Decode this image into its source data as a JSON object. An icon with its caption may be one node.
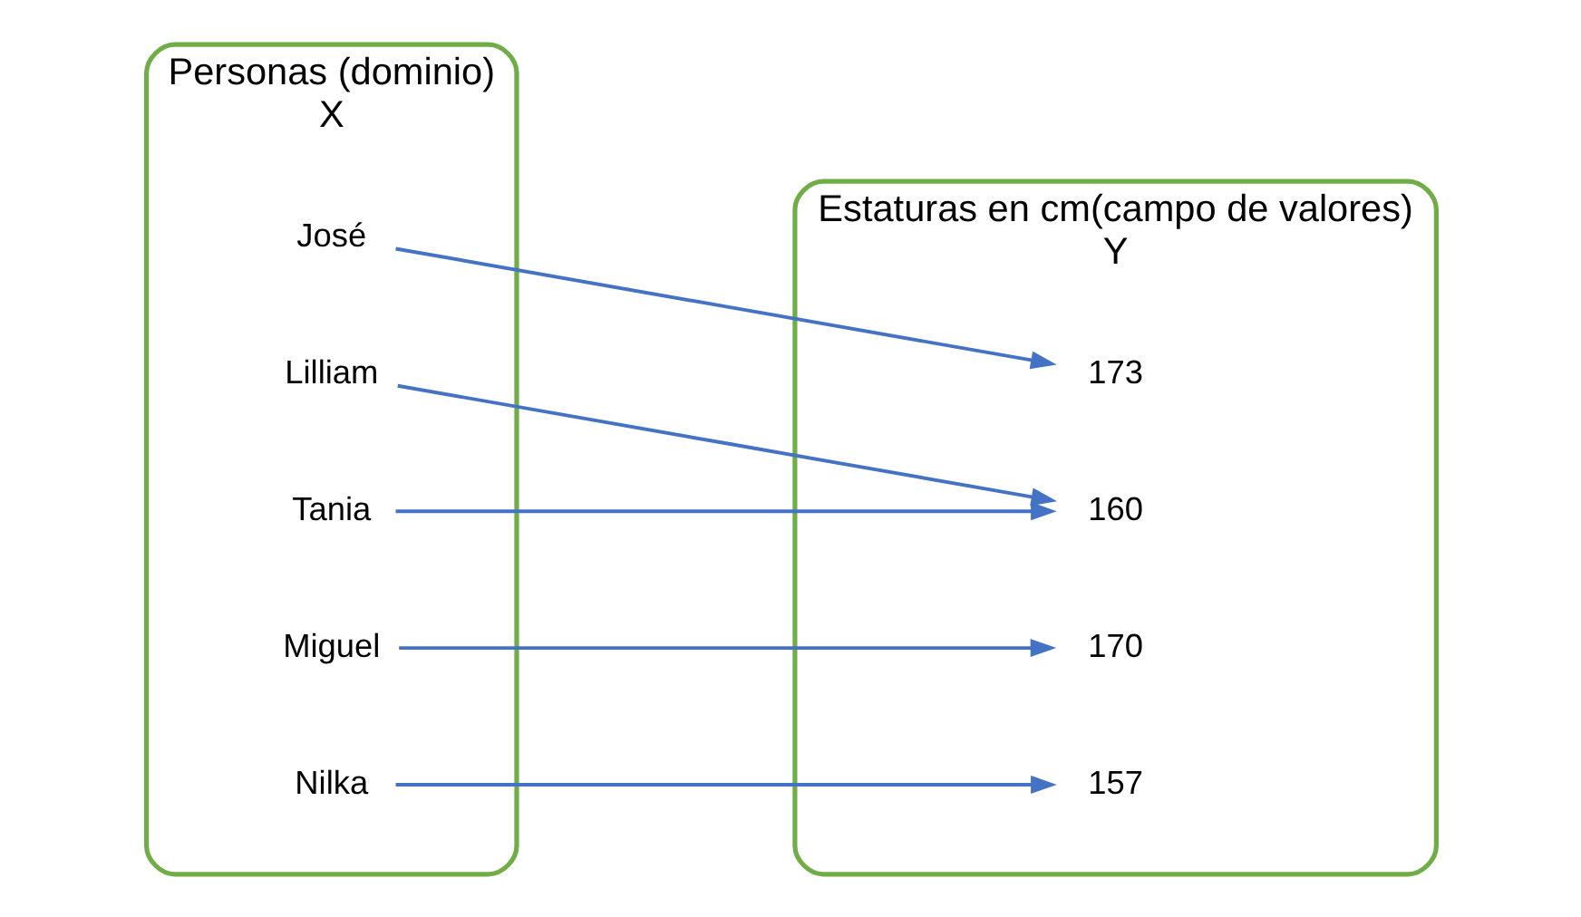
{
  "diagram": {
    "nodes": [
      {
        "text": [
          "Personas (dominio)",
          "X"
        ]
      },
      {
        "text": [
          "Lilliam"
        ],
        "in": 0
      },
      {
        "text": [
          "José"
        ],
        "in": 0
      },
      {
        "text": [
          "Miguel"
        ],
        "in": 0
      },
      {
        "text": [
          "Tania"
        ],
        "in": 0
      },
      {
        "text": [
          "Nilka"
        ],
        "in": 0
      },
      {
        "text": [
          "Estaturas en cm(campo de valores)",
          "Y"
        ]
      },
      {
        "text": [
          "160"
        ],
        "in": 6
      },
      {
        "text": [
          "173"
        ],
        "in": 6
      },
      {
        "text": [
          "170"
        ],
        "in": 6
      },
      {
        "text": [
          "157"
        ],
        "in": 6
      }
    ],
    "edges": [
      {
        "from": 1,
        "to": 7,
        "arrow": "to"
      },
      {
        "from": 2,
        "to": 8,
        "arrow": "to"
      },
      {
        "from": 3,
        "to": 9,
        "arrow": "to"
      },
      {
        "from": 4,
        "to": 7,
        "arrow": "to"
      },
      {
        "from": 5,
        "to": 10,
        "arrow": "to"
      }
    ]
  }
}
